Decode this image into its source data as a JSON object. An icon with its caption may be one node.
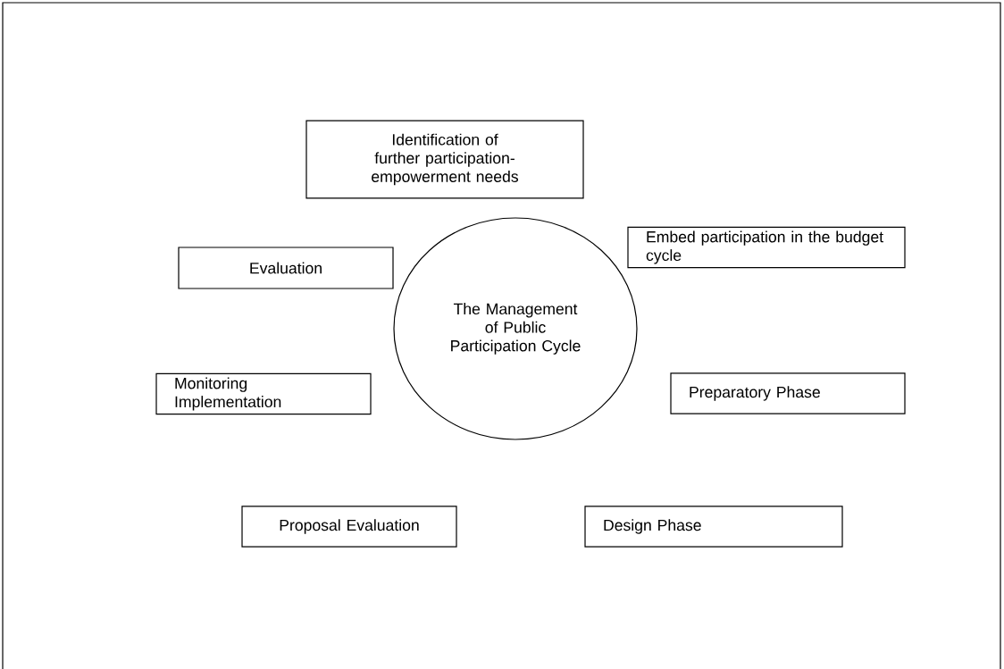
{
  "diagram": {
    "nodes": [
      {
        "text": [
          "Identification of further participation- empowerment needs"
        ]
      },
      {
        "text": [
          "Embed participation in the budget cycle"
        ]
      },
      {
        "text": [
          "Evaluation"
        ]
      },
      {
        "text": [
          "The Management of Public Participation Cycle"
        ]
      },
      {
        "text": [
          "Monitoring Implementation"
        ]
      },
      {
        "text": [
          "Preparatory Phase"
        ]
      },
      {
        "text": [
          "Proposal Evaluation"
        ]
      },
      {
        "text": [
          "Design Phase"
        ]
      }
    ]
  }
}
